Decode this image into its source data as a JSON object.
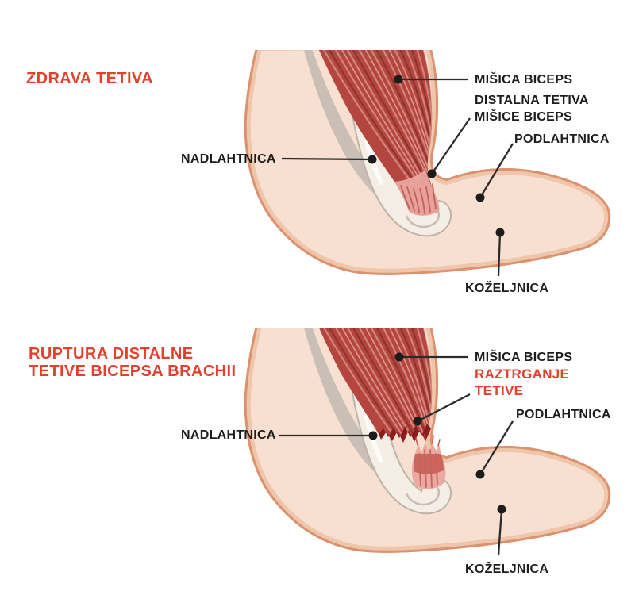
{
  "accent_color": "#E2422D",
  "text_color": "#1D1D1B",
  "palette": {
    "background": "#FFFFFF",
    "skin_fill": "#F7E0D1",
    "skin_inner_band": "#F0C6AB",
    "skin_outline": "#DA9270",
    "muscle_red": "#B4453F",
    "muscle_fiber_light": "#D4857C",
    "muscle_fiber_dark": "#8E322C",
    "tendon_pink": "#ECA9A2",
    "tear_dark_red": "#8C1D1C",
    "bone_cream": "#F4EEE7",
    "bone_gray": "#C6BDB5",
    "leader_line": "#2B2B2B",
    "marker_dot": "#1C1C1C"
  },
  "healthy_section": {
    "title": "ZDRAVA TETIVA",
    "labels": {
      "muscle": "MIŠICA BICEPS",
      "distal_tendon_line1": "DISTALNA TETIVA",
      "distal_tendon_line2": "MIŠICE BICEPS",
      "forearm": "PODLAHTNICA",
      "upper_arm_bone": "NADLAHTNICA",
      "radius_bone": "KOŽELJNICA"
    }
  },
  "ruptured_section": {
    "title_line1": "RUPTURA DISTALNE",
    "title_line2": "TETIVE BICEPSA BRACHII",
    "labels": {
      "muscle": "MIŠICA BICEPS",
      "rupture_line1": "RAZTRGANJE",
      "rupture_line2": "TETIVE",
      "forearm": "PODLAHTNICA",
      "upper_arm_bone": "NADLAHTNICA",
      "radius_bone": "KOŽELJNICA"
    }
  }
}
